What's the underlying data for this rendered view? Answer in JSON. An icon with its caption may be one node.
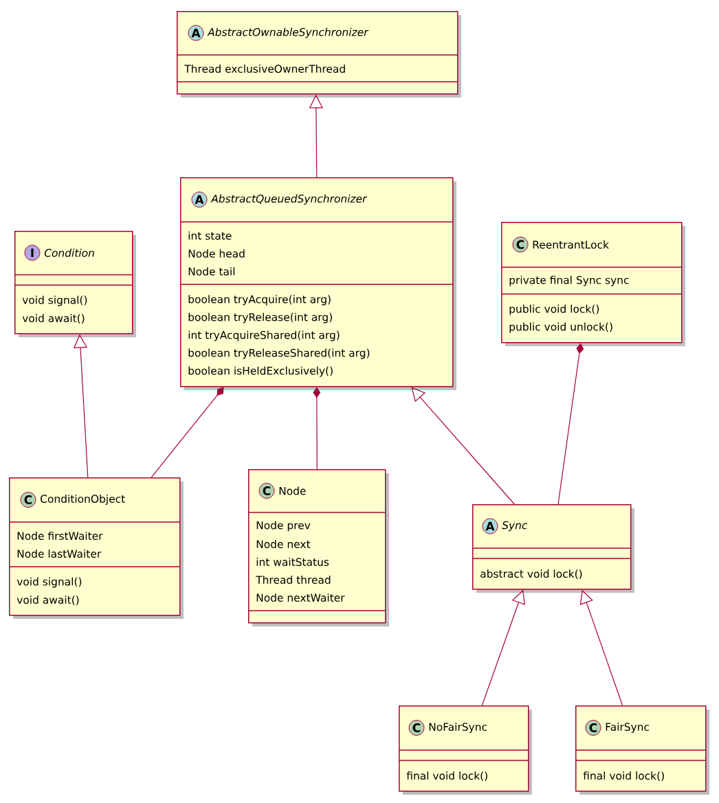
{
  "diagram": {
    "nodes": [
      {
        "text": [
          "A",
          "AbstractOwnableSynchronizer",
          "Thread exclusiveOwnerThread"
        ]
      },
      {
        "text": [
          "A",
          "AbstractQueuedSynchronizer",
          "int state",
          "Node head",
          "Node tail",
          "boolean tryAcquire(int arg)",
          "boolean tryRelease(int arg)",
          "int tryAcquireShared(int arg)",
          "boolean tryReleaseShared(int arg)",
          "boolean isHeldExclusively()"
        ]
      },
      {
        "text": [
          "I",
          "Condition",
          "void signal()",
          "void await()"
        ]
      },
      {
        "text": [
          "C",
          "ReentrantLock",
          "private final Sync sync",
          "public void lock()",
          "public void unlock()"
        ]
      },
      {
        "text": [
          "C",
          "ConditionObject",
          "Node firstWaiter",
          "Node lastWaiter",
          "void signal()",
          "void await()"
        ]
      },
      {
        "text": [
          "C",
          "Node",
          "Node prev",
          "Node next",
          "int waitStatus",
          "Thread thread",
          "Node nextWaiter"
        ]
      },
      {
        "text": [
          "A",
          "Sync",
          "abstract void lock()"
        ]
      },
      {
        "text": [
          "C",
          "NoFairSync",
          "final void lock()"
        ]
      },
      {
        "text": [
          "C",
          "FairSync",
          "final void lock()"
        ]
      }
    ],
    "edges": [
      {
        "from": 1,
        "to": 0,
        "arrow": "to"
      },
      {
        "from": 4,
        "to": 2,
        "arrow": "to"
      },
      {
        "from": 1,
        "to": 4,
        "arrow": "other"
      },
      {
        "from": 1,
        "to": 5,
        "arrow": "other"
      },
      {
        "from": 6,
        "to": 1,
        "arrow": "to"
      },
      {
        "from": 3,
        "to": 6,
        "arrow": "other"
      },
      {
        "from": 7,
        "to": 6,
        "arrow": "to"
      },
      {
        "from": 8,
        "to": 6,
        "arrow": "to"
      }
    ]
  }
}
